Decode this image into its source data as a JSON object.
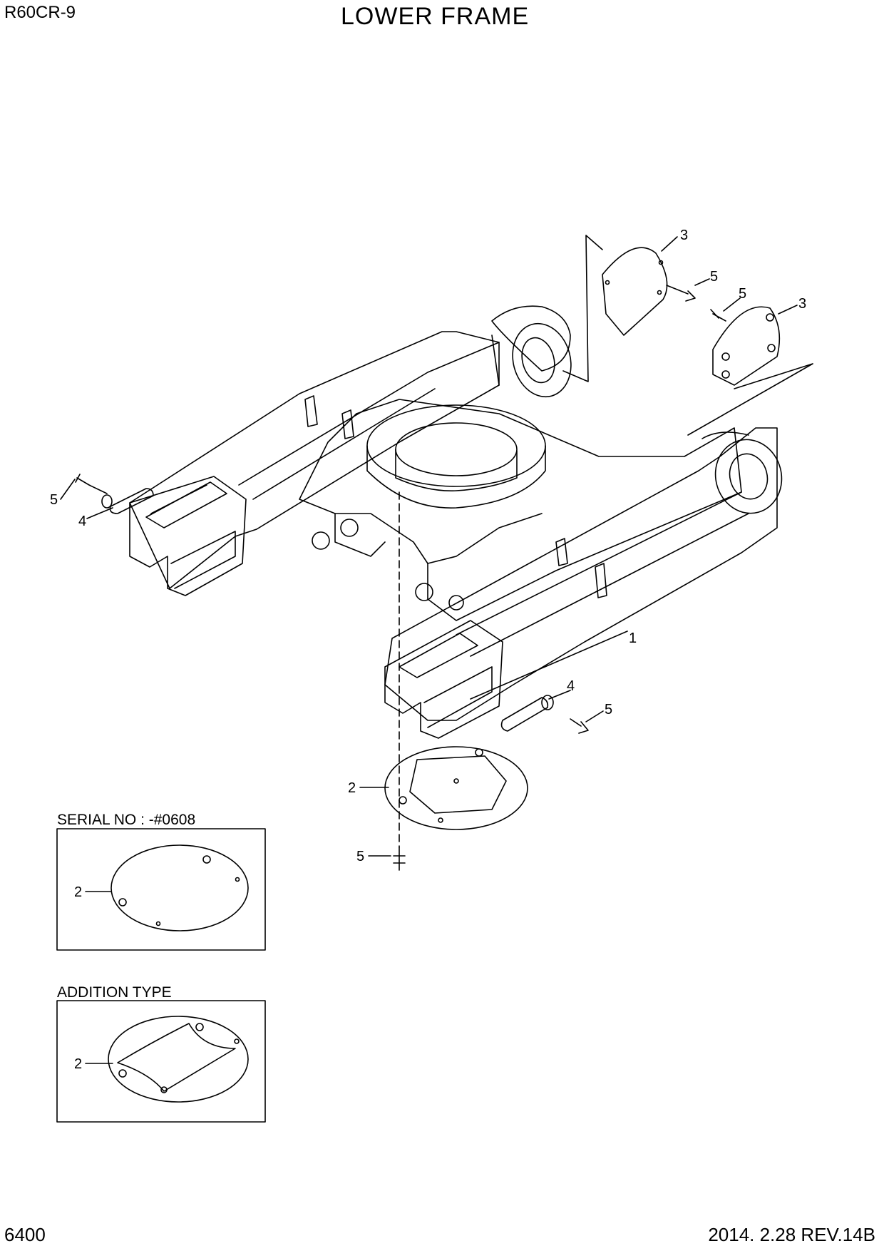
{
  "header": {
    "model": "R60CR-9",
    "title": "LOWER FRAME"
  },
  "footer": {
    "page_number": "6400",
    "revision": "2014. 2.28  REV.14B"
  },
  "insets": {
    "serial_caption": "SERIAL NO : -#0608",
    "addition_caption": "ADDITION TYPE"
  },
  "callouts": {
    "c1": "1",
    "c2_main": "2",
    "c2_serial": "2",
    "c2_addition": "2",
    "c3_upper": "3",
    "c3_lower": "3",
    "c4_left": "4",
    "c4_right": "4",
    "c5_left": "5",
    "c5_top_a": "5",
    "c5_top_b": "5",
    "c5_right": "5",
    "c5_bottom": "5"
  }
}
